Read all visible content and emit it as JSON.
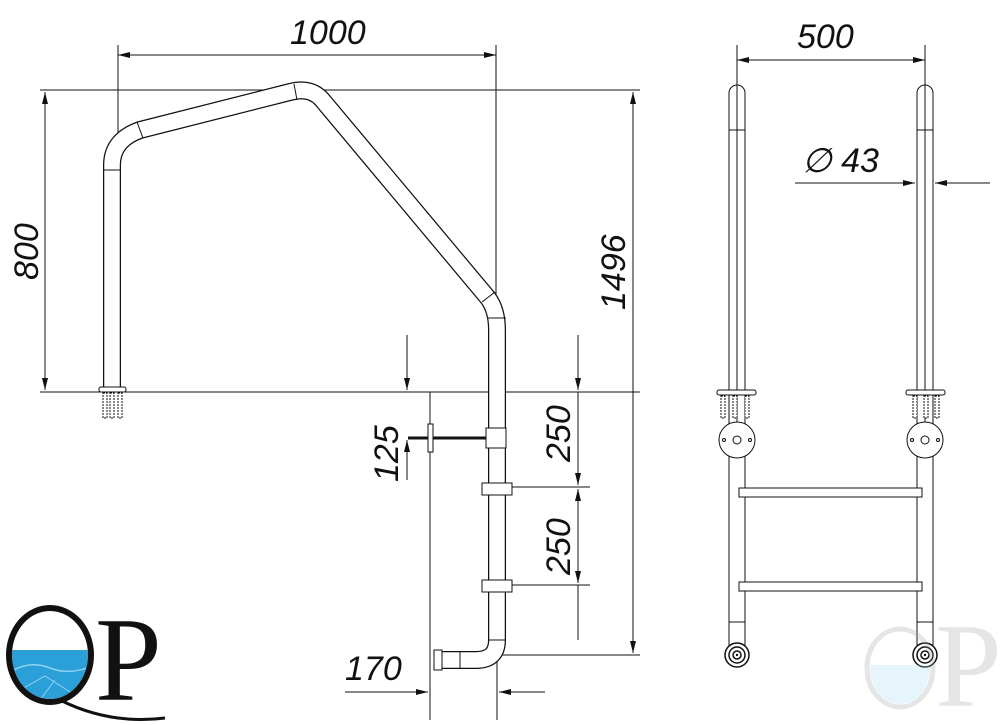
{
  "dimensions": {
    "width_1000": "1000",
    "height_800": "800",
    "total_1496": "1496",
    "front_width_500": "500",
    "tube_diameter": "∅ 43",
    "anchor_125": "125",
    "step_250_upper": "250",
    "step_250_lower": "250",
    "offset_170": "170"
  },
  "logo": {
    "text": "QP",
    "water_color": "#2a9fd8"
  },
  "colors": {
    "line": "#111111"
  }
}
